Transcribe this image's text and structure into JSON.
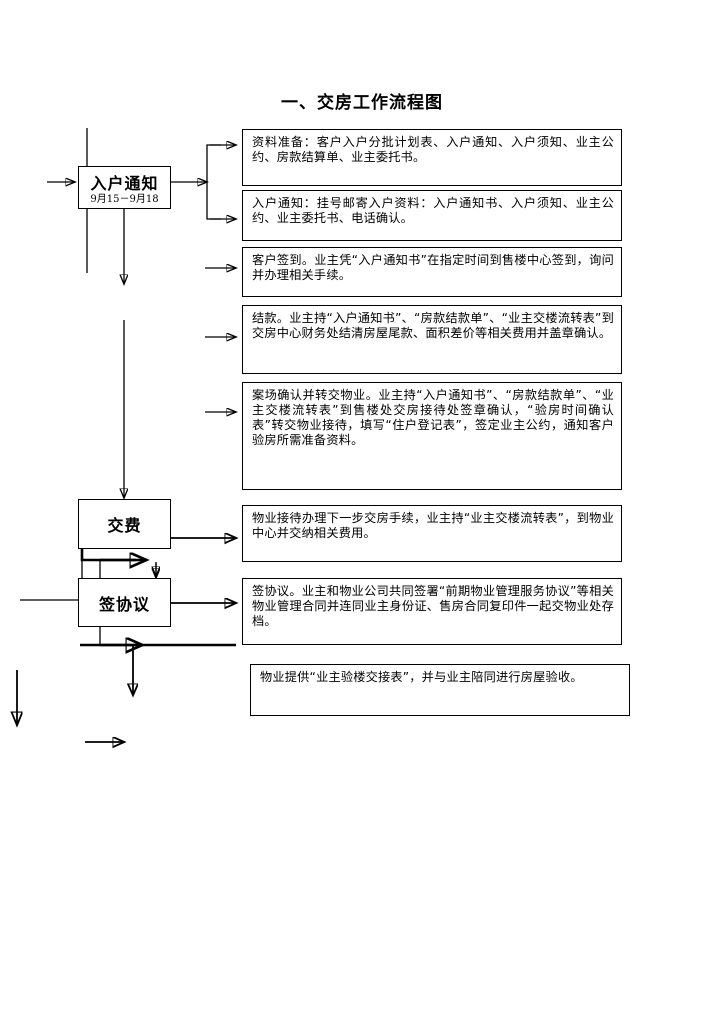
{
  "document": {
    "title": "一、交房工作流程图"
  },
  "stages": [
    {
      "id": "stage-ruhu-tongzhi",
      "label": "入户通知",
      "sublabel": "9月15－9月18"
    },
    {
      "id": "stage-jiaofei",
      "label": "交费",
      "sublabel": ""
    },
    {
      "id": "stage-qian-xieyi",
      "label": "签协议",
      "sublabel": ""
    }
  ],
  "steps": [
    {
      "id": "step-ziliao-zhunbei",
      "text": "资料准备：客户入户分批计划表、入户通知、入户须知、业主公约、房款结算单、业主委托书。"
    },
    {
      "id": "step-ruhu-tongzhi",
      "text": "入户通知：挂号邮寄入户资料：入户通知书、入户须知、业主公约、业主委托书、电话确认。"
    },
    {
      "id": "step-kehu-qiandao",
      "text": "客户签到。业主凭“入户通知书”在指定时间到售楼中心签到，询问并办理相关手续。"
    },
    {
      "id": "step-jiekuan",
      "text": "结款。业主持“入户通知书”、“房款结款单”、“业主交楼流转表”到交房中心财务处结清房屋尾款、面积差价等相关费用并盖章确认。"
    },
    {
      "id": "step-anchang-queren",
      "text": "案场确认并转交物业。业主持“入户通知书”、“房款结款单”、“业主交楼流转表”到售楼处交房接待处签章确认，“验房时间确认表”转交物业接待，填写“住户登记表”，签定业主公约，通知客户验房所需准备资料。"
    },
    {
      "id": "step-wuye-jiedai",
      "text": "物业接待办理下一步交房手续，业主持“业主交楼流转表”，到物业中心并交纳相关费用。"
    },
    {
      "id": "step-qian-xieyi",
      "text": "签协议。业主和物业公司共同签署“前期物业管理服务协议”等相关物业管理合同并连同业主身份证、售房合同复印件一起交物业处存档。"
    },
    {
      "id": "step-yanlou-jiaojie",
      "text": "物业提供“业主验楼交接表”，并与业主陪同进行房屋验收。"
    }
  ],
  "colors": {
    "line": "#000000",
    "line_gray": "#3a3a3a",
    "background": "#ffffff",
    "text": "#000000"
  }
}
